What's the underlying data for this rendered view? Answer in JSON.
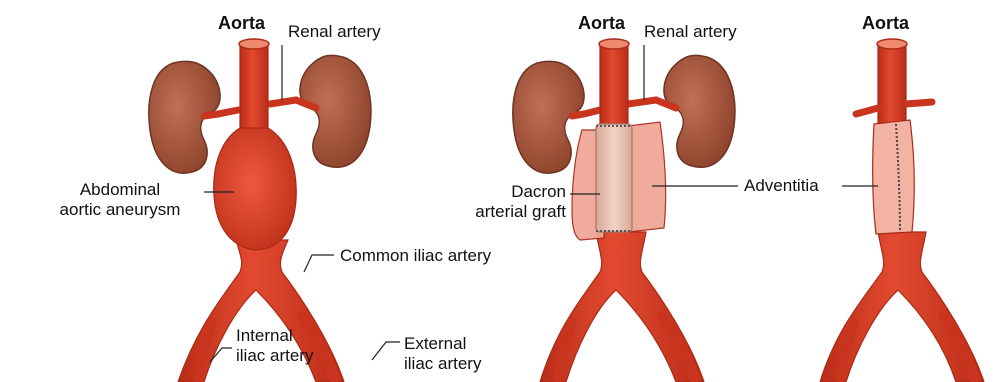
{
  "colors": {
    "artery": "#dd3a22",
    "artery_dark": "#a82a16",
    "kidney": "#a5553a",
    "kidney_dark": "#6e3322",
    "graft": "#e8c2b4",
    "adventitia": "#f1a99a"
  },
  "panel_left": {
    "aorta": "Aorta",
    "renal_artery": "Renal artery",
    "aneurysm_line1": "Abdominal",
    "aneurysm_line2": "aortic aneurysm",
    "common_iliac": "Common iliac artery",
    "internal_line1": "Internal",
    "internal_line2": "iliac artery",
    "external_line1": "External",
    "external_line2": "iliac artery"
  },
  "panel_middle": {
    "aorta": "Aorta",
    "renal_artery": "Renal artery",
    "graft_line1": "Dacron",
    "graft_line2": "arterial graft"
  },
  "panel_right": {
    "aorta": "Aorta",
    "adventitia": "Adventitia"
  }
}
